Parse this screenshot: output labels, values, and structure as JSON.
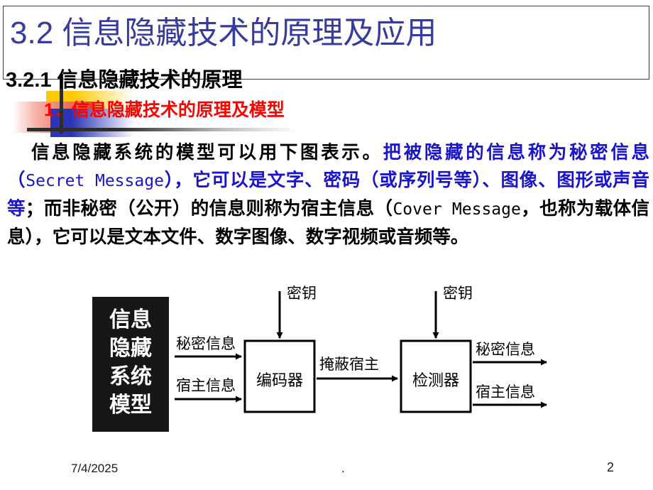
{
  "slide": {
    "title": "3.2  信息隐藏技术的原理及应用",
    "title_color": "#363c9e",
    "subheading": "3.2.1  信息隐藏技术的原理",
    "red_heading": "1．信息隐藏技术的原理及模型",
    "red_heading_color": "#FF0000"
  },
  "body": {
    "seg1": "信息隐藏系统的模型可以用下图表示。",
    "seg2": "把被隐藏的信息称为秘密信息（",
    "seg3": "Secret Message",
    "seg4": "），它可以是文字、密码（或序列号等）、图像、图形或声音等",
    "seg5": "；而非秘密（公开）的信息则称为宿主信息（",
    "seg6": "Cover Message",
    "seg7": "，也称为载体信息），它可以是文本文件、数字图像、数字视频或音频等。",
    "highlight_color": "#1A15C8"
  },
  "diagram": {
    "model_box_label_lines": [
      "信息",
      "隐藏",
      "系统",
      "模型"
    ],
    "encoder_label": "编码器",
    "detector_label": "检测器",
    "key_label_encoder": "密钥",
    "key_label_detector": "密钥",
    "in_secret_label": "秘密信息",
    "in_cover_label": "宿主信息",
    "mid_label": "掩蔽宿主",
    "out_secret_label": "秘密信息",
    "out_cover_label": "宿主信息"
  },
  "footer": {
    "date": "7/4/2025",
    "center": ".",
    "page_number": "2"
  }
}
